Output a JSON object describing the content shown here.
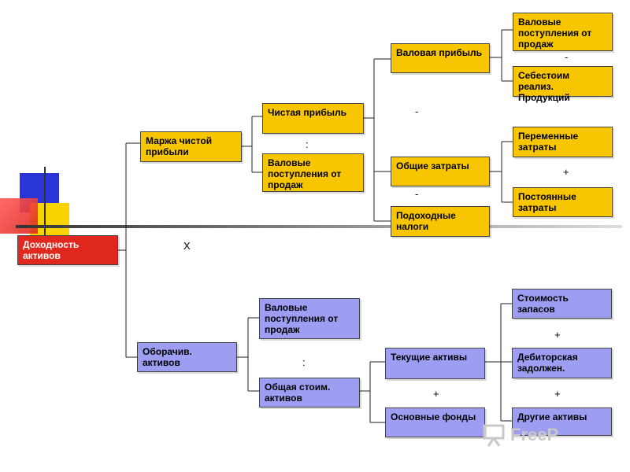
{
  "nodes": {
    "roa": "Доходность активов",
    "net_margin": "Маржа чистой прибыли",
    "asset_turnover": "Оборачив. активов",
    "net_profit": "Чистая прибыль",
    "gross_sales_top": "Валовые поступления от продаж",
    "gross_profit": "Валовая прибыль",
    "total_costs": "Общие затраты",
    "income_taxes": "Подоходные налоги",
    "gross_sales_gp": "Валовые поступления от продаж",
    "cost_of_goods": "Себестоим реализ. Продукций",
    "variable_costs": "Переменные затраты",
    "fixed_costs": "Постоянные  затраты",
    "gross_sales_bottom": "Валовые поступления от продаж",
    "total_assets": "Общая стоим. активов",
    "current_assets": "Текущие активы",
    "fixed_assets": "Основные фонды",
    "inventory": "Стоимость запасов",
    "receivables": "Дебиторская задолжен.",
    "other_assets": "Другие активы"
  },
  "operators": {
    "multiply": "X",
    "divide_top": ":",
    "divide_bottom": ":",
    "minus_profit_a": "-",
    "minus_profit_b": "-",
    "minus_gross": "-",
    "plus_costs": "+",
    "plus_assets": "+",
    "plus_current_a": "+",
    "plus_current_b": "+"
  },
  "watermark": {
    "icon": "presentation-board-icon",
    "text": "FreeP"
  },
  "colors": {
    "yellow": "#f7c600",
    "blue": "#9d9df2",
    "red": "#e0281e"
  }
}
